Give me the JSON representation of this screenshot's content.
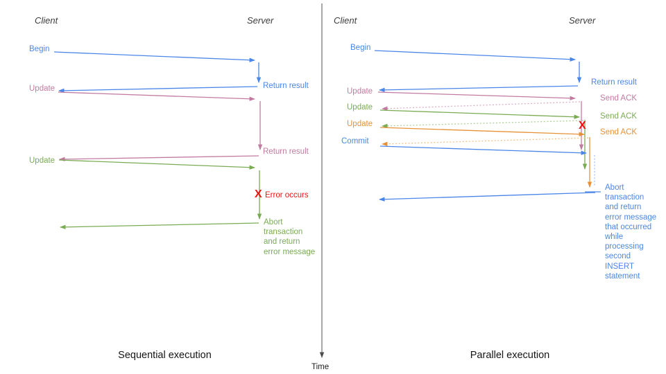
{
  "colors": {
    "blue": "#4a86e8",
    "blue_light": "#a4c2f4",
    "pink": "#c27ba0",
    "pink_light": "#d8aec7",
    "green": "#79ab53",
    "green_light": "#aecf97",
    "orange": "#e69138",
    "orange_light": "#f2c188",
    "red": "#f01212",
    "header_gray": "#3c3c3c",
    "axis_gray": "#4d4d4d",
    "title_black": "#141414"
  },
  "time_axis": {
    "label": "Time"
  },
  "left": {
    "title": "Sequential execution",
    "client_header": "Client",
    "server_header": "Server",
    "messages": {
      "begin": "Begin",
      "return_result_1": "Return result",
      "update_1": "Update",
      "return_result_2": "Return result",
      "update_2": "Update",
      "error_marker": "X",
      "error_label": "Error occurs",
      "abort_note": "Abort\ntransaction\nand return\nerror message"
    }
  },
  "right": {
    "title": "Parallel execution",
    "client_header": "Client",
    "server_header": "Server",
    "messages": {
      "begin": "Begin",
      "return_result": "Return result",
      "update_1": "Update",
      "send_ack_1": "Send ACK",
      "update_2": "Update",
      "send_ack_2": "Send ACK",
      "update_3": "Update",
      "send_ack_3": "Send ACK",
      "commit": "Commit",
      "error_marker": "X",
      "abort_note": "Abort\ntransaction\nand return\nerror message\nthat occurred\nwhile\nprocessing\nsecond\nINSERT\nstatement"
    }
  }
}
